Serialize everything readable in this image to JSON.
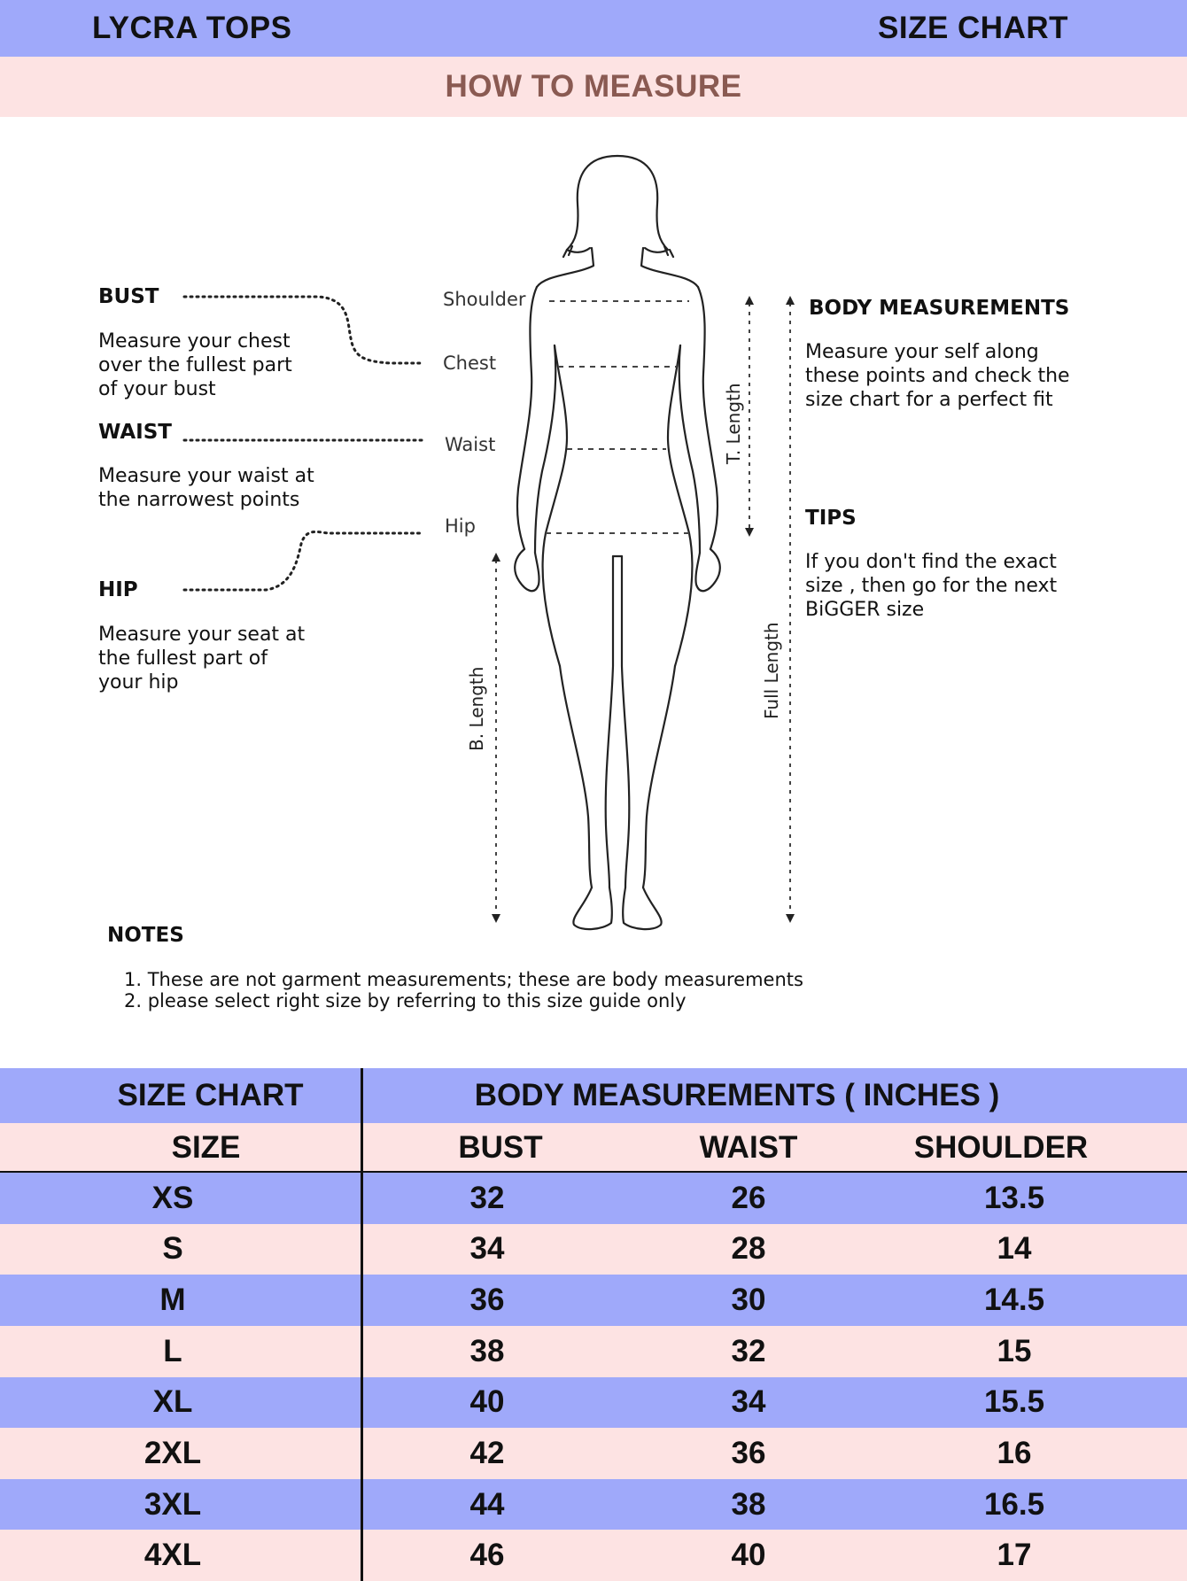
{
  "header": {
    "left_title": "LYCRA TOPS",
    "right_title": "SIZE CHART"
  },
  "how_to_measure": {
    "title": "HOW TO MEASURE"
  },
  "guide": {
    "bust_label": "BUST",
    "bust_desc": [
      "Measure your chest",
      "over the fullest part",
      "of your bust"
    ],
    "waist_label": "WAIST",
    "waist_desc": [
      "Measure your waist at",
      "the narrowest points"
    ],
    "hip_label": "HIP",
    "hip_desc": [
      "Measure your seat at",
      "the fullest part of",
      "your hip"
    ],
    "body_points": {
      "shoulder": "Shoulder",
      "chest": "Chest",
      "waist": "Waist",
      "hip": "Hip"
    },
    "lengths": {
      "t_length": "T. Length",
      "b_length": "B. Length",
      "full_length": "Full Length"
    },
    "body_measurements_label": "BODY MEASUREMENTS",
    "body_measurements_desc": [
      "Measure your self along",
      "these points and check the",
      "size chart for a perfect fit"
    ],
    "tips_label": "TIPS",
    "tips_desc": [
      "If you don't find the exact",
      "size , then go for the next",
      "BiGGER size"
    ],
    "notes_label": "NOTES",
    "notes": [
      "1. These are not garment measurements; these are body measurements",
      "2. please select right size by referring to this size guide only"
    ]
  },
  "table": {
    "title_left": "SIZE CHART",
    "title_right": "BODY MEASUREMENTS ( INCHES )",
    "columns": [
      "SIZE",
      "BUST",
      "WAIST",
      "SHOULDER"
    ],
    "rows": [
      [
        "XS",
        "32",
        "26",
        "13.5"
      ],
      [
        "S",
        "34",
        "28",
        "14"
      ],
      [
        "M",
        "36",
        "30",
        "14.5"
      ],
      [
        "L",
        "38",
        "32",
        "15"
      ],
      [
        "XL",
        "40",
        "34",
        "15.5"
      ],
      [
        "2XL",
        "42",
        "36",
        "16"
      ],
      [
        "3XL",
        "44",
        "38",
        "16.5"
      ],
      [
        "4XL",
        "46",
        "40",
        "17"
      ]
    ]
  },
  "colors": {
    "blue_band": "#9fa9fa",
    "pink_band": "#fde3e3",
    "how_title": "#8a5a52"
  }
}
